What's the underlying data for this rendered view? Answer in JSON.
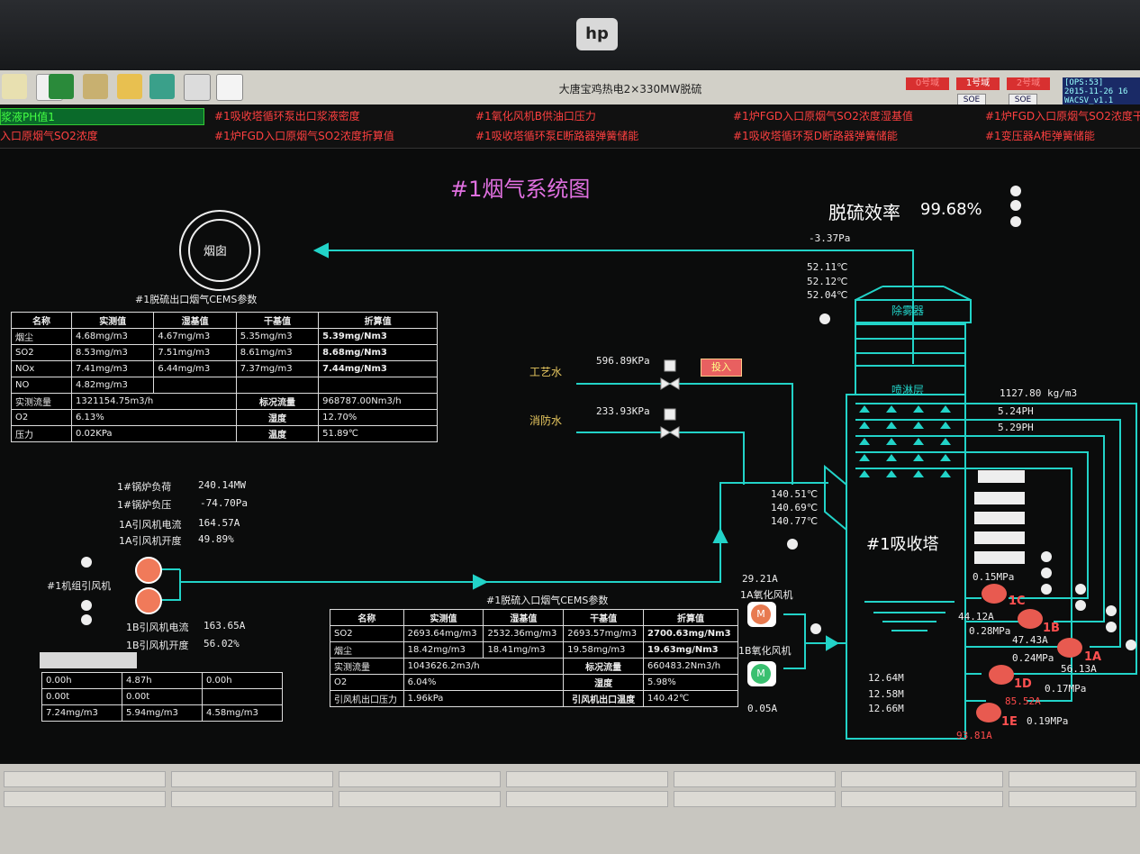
{
  "window": {
    "title": "大唐宝鸡热电2×330MW脱硫",
    "screen_title": "#1烟气系统图"
  },
  "top_right": {
    "unit_buttons": [
      "0号域",
      "1号域",
      "2号域"
    ],
    "soe_labels": [
      "SOE",
      "SOE"
    ],
    "status_lines": [
      "[OPS:53]",
      "2015-11-26 16",
      "WACSV_v1.1"
    ]
  },
  "alarms": {
    "row1": [
      "浆液PH值1",
      "#1吸收塔循环泵出口浆液密度",
      "#1氧化风机B供油口压力",
      "#1炉FGD入口原烟气SO2浓度湿基值",
      "#1炉FGD入口原烟气SO2浓度干"
    ],
    "row2": [
      "入口原烟气SO2浓度",
      "#1炉FGD入口原烟气SO2浓度折算值",
      "#1吸收塔循环泵E断路器弹簧储能",
      "#1吸收塔循环泵D断路器弹簧储能",
      "#1变压器A柜弹簧储能"
    ]
  },
  "efficiency": {
    "label": "脱硫效率",
    "value": "99.68%"
  },
  "chimney": {
    "label": "烟囱"
  },
  "outlet_pressure": "-3.37Pa",
  "outlet_temps": [
    "52.11℃",
    "52.12℃",
    "52.04℃"
  ],
  "outlet_cems": {
    "title": "#1脱硫出口烟气CEMS参数",
    "headers": [
      "名称",
      "实测值",
      "湿基值",
      "干基值",
      "折算值"
    ],
    "rows": [
      [
        "烟尘",
        "4.68mg/m3",
        "4.67mg/m3",
        "5.35mg/m3",
        "5.39mg/Nm3"
      ],
      [
        "SO2",
        "8.53mg/m3",
        "7.51mg/m3",
        "8.61mg/m3",
        "8.68mg/Nm3"
      ],
      [
        "NOx",
        "7.41mg/m3",
        "6.44mg/m3",
        "7.37mg/m3",
        "7.44mg/Nm3"
      ],
      [
        "NO",
        "4.82mg/m3",
        "",
        "",
        ""
      ]
    ],
    "flow_label": "实测流量",
    "flow_value": "1321154.75m3/h",
    "std_flow_label": "标况流量",
    "std_flow_value": "968787.00Nm3/h",
    "o2_label": "O2",
    "o2_value": "6.13%",
    "hum_label": "湿度",
    "hum_value": "12.70%",
    "press_label": "压力",
    "press_value": "0.02KPa",
    "temp_label": "温度",
    "temp_value": "51.89℃"
  },
  "water": {
    "process_label": "工艺水",
    "process_pressure": "596.89KPa",
    "button": "投入",
    "fire_label": "消防水",
    "fire_pressure": "233.93KPa"
  },
  "tower": {
    "demister": "除雾器",
    "spray": "喷淋层",
    "name": "#1吸收塔",
    "density": "1127.80 kg/m3",
    "ph1": "5.24PH",
    "ph2": "5.29PH",
    "inlet_temps": [
      "140.51℃",
      "140.69℃",
      "140.77℃"
    ],
    "levels": [
      "12.64M",
      "12.58M",
      "12.66M"
    ]
  },
  "boiler": {
    "load_label": "1#锅炉负荷",
    "load_value": "240.14MW",
    "press_label": "1#锅炉负压",
    "press_value": "-74.70Pa",
    "fanA_cur_label": "1A引风机电流",
    "fanA_cur_value": "164.57A",
    "fanA_open_label": "1A引风机开度",
    "fanA_open_value": "49.89%",
    "group_label": "#1机组引风机",
    "fanB_cur_label": "1B引风机电流",
    "fanB_cur_value": "163.65A",
    "fanB_open_label": "1B引风机开度",
    "fanB_open_value": "56.02%"
  },
  "small_table": {
    "rows": [
      [
        "0.00h",
        "4.87h",
        "0.00h"
      ],
      [
        "0.00t",
        "0.00t",
        ""
      ],
      [
        "7.24mg/m3",
        "5.94mg/m3",
        "4.58mg/m3"
      ]
    ]
  },
  "inlet_cems": {
    "title": "#1脱硫入口烟气CEMS参数",
    "headers": [
      "名称",
      "实测值",
      "湿基值",
      "干基值",
      "折算值"
    ],
    "rows": [
      [
        "SO2",
        "2693.64mg/m3",
        "2532.36mg/m3",
        "2693.57mg/m3",
        "2700.63mg/Nm3"
      ],
      [
        "烟尘",
        "18.42mg/m3",
        "18.41mg/m3",
        "19.58mg/m3",
        "19.63mg/Nm3"
      ]
    ],
    "flow_label": "实测流量",
    "flow_value": "1043626.2m3/h",
    "std_flow_label": "标况流量",
    "std_flow_value": "660483.2Nm3/h",
    "o2_label": "O2",
    "o2_value": "6.04%",
    "hum_label": "湿度",
    "hum_value": "5.98%",
    "fan_press_label": "引风机出口压力",
    "fan_press_value": "1.96kPa",
    "fan_temp_label": "引风机出口温度",
    "fan_temp_value": "140.42℃"
  },
  "oxidation": {
    "a_current": "29.21A",
    "a_label": "1A氧化风机",
    "a_letter": "M",
    "b_label": "1B氧化风机",
    "b_letter": "M",
    "b_current": "0.05A"
  },
  "pumps": {
    "c": {
      "label": "1C",
      "current": "44.12A",
      "pressure": "0.15MPa"
    },
    "b": {
      "label": "1B",
      "current": "47.43A",
      "pressure": "0.28MPa"
    },
    "a": {
      "label": "1A",
      "current": "56.13A",
      "pressure": "0.24MPa"
    },
    "d": {
      "label": "1D",
      "current": "85.52A",
      "pressure": "0.17MPa"
    },
    "e": {
      "label": "1E",
      "current": "93.81A",
      "pressure": "0.19MPa"
    }
  },
  "colors": {
    "pipe": "#22d3c8",
    "alarm": "#ff4040",
    "title": "#e070e0"
  }
}
